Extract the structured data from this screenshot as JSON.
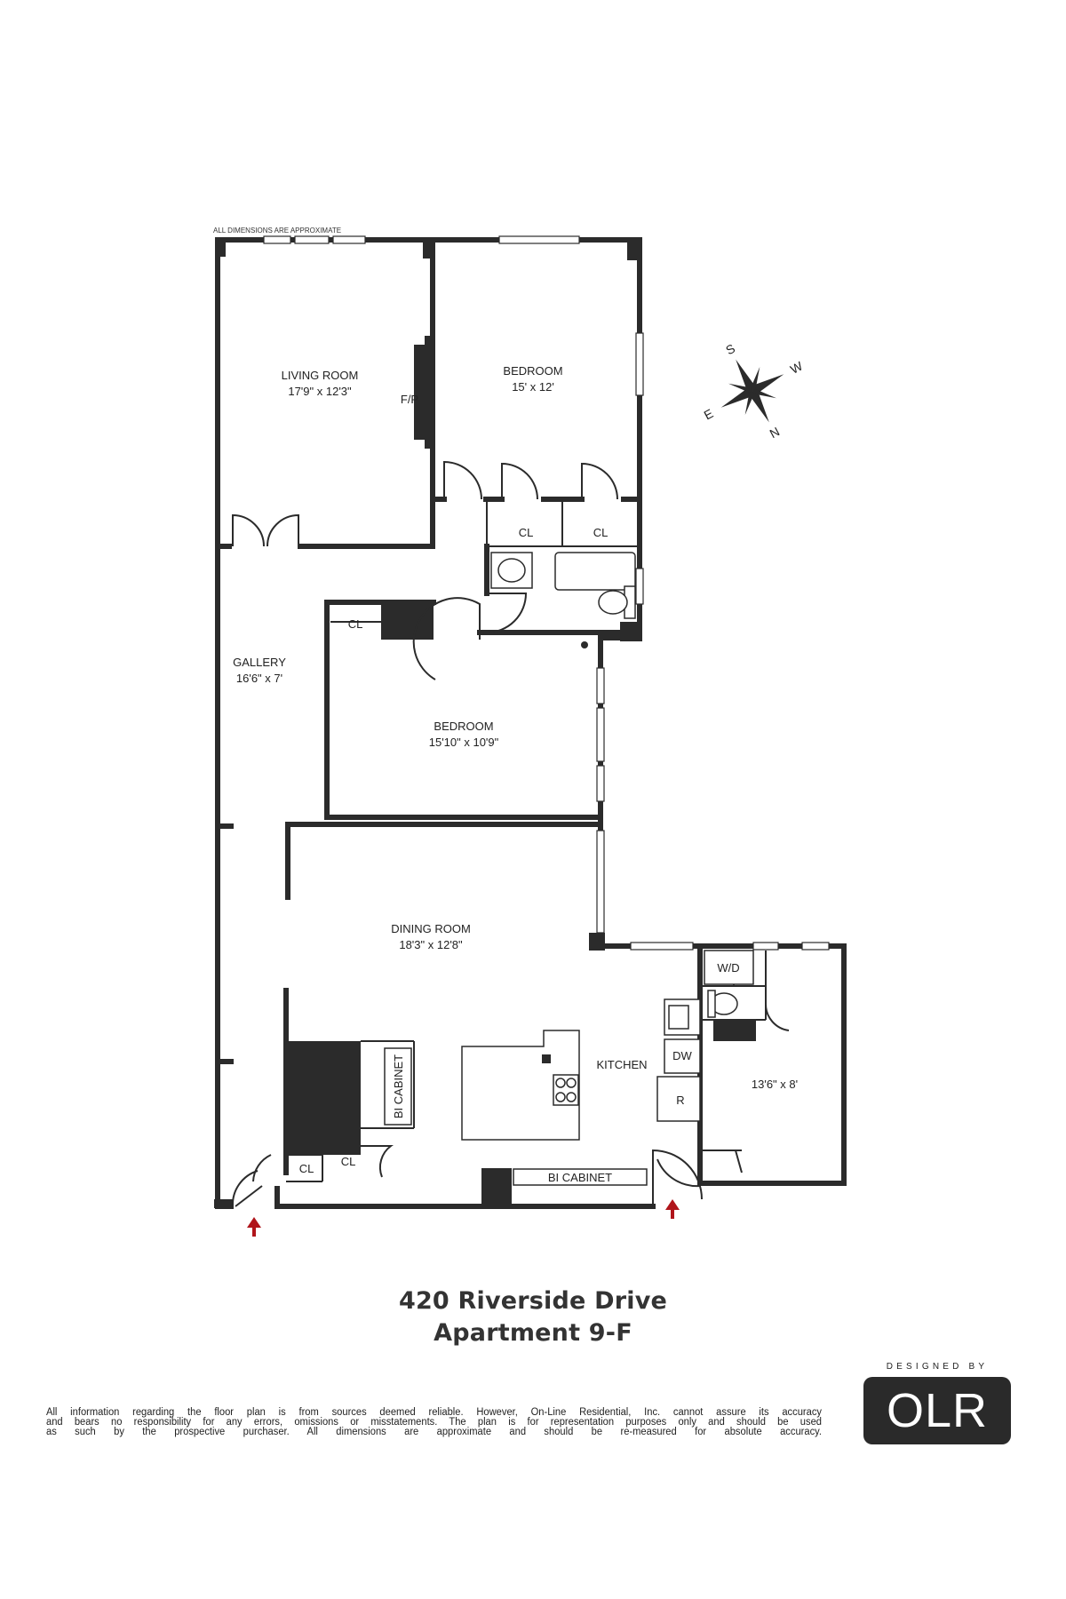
{
  "plan": {
    "note": "ALL DIMENSIONS ARE APPROXIMATE",
    "rooms": {
      "living": {
        "name": "LIVING ROOM",
        "dims": "17'9\" x 12'3\""
      },
      "bedroom1": {
        "name": "BEDROOM",
        "dims": "15' x 12'"
      },
      "gallery": {
        "name": "GALLERY",
        "dims": "16'6\" x 7'"
      },
      "bedroom2": {
        "name": "BEDROOM",
        "dims": "15'10\" x 10'9\""
      },
      "dining": {
        "name": "DINING ROOM",
        "dims": "18'3\" x 12'8\""
      },
      "kitchen": {
        "name": "KITCHEN"
      },
      "extra": {
        "dims": "13'6\" x 8'"
      }
    },
    "labels": {
      "fp": "F/P",
      "cl": "CL",
      "wd": "W/D",
      "dw": "DW",
      "r": "R",
      "bi_cabinet": "BI CABINET"
    },
    "compass": {
      "s": "S",
      "w": "W",
      "e": "E",
      "n": "N"
    },
    "colors": {
      "wall": "#2b2b2b",
      "entry_arrow": "#b0151b"
    }
  },
  "title": {
    "line1": "420 Riverside Drive",
    "line2": "Apartment 9-F"
  },
  "disclaimer": {
    "line1": "All information regarding the floor plan is from sources deemed reliable. However, On-Line Residential, Inc. cannot assure its accuracy",
    "line2": "and bears no responsibility for any errors, omissions or misstatements. The plan is for representation purposes only and should be used",
    "line3": "as such by the prospective purchaser. All dimensions are approximate and should be re-measured for absolute accuracy."
  },
  "logo": {
    "designed_by": "DESIGNED BY",
    "brand": "OLR"
  }
}
